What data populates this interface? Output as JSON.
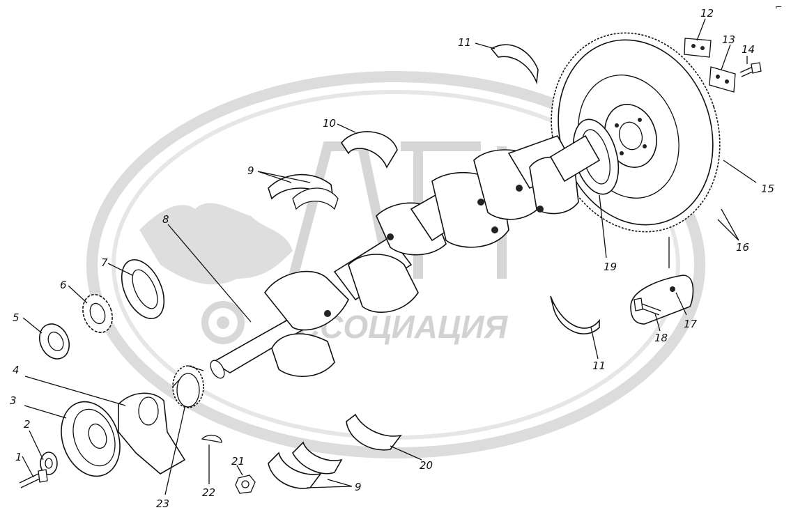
{
  "watermark": {
    "text": "АССОЦИАЦИЯ"
  },
  "callouts": [
    {
      "id": "c1",
      "text": "1"
    },
    {
      "id": "c2",
      "text": "2"
    },
    {
      "id": "c3",
      "text": "3"
    },
    {
      "id": "c4",
      "text": "4"
    },
    {
      "id": "c5",
      "text": "5"
    },
    {
      "id": "c6",
      "text": "6"
    },
    {
      "id": "c7",
      "text": "7"
    },
    {
      "id": "c8",
      "text": "8"
    },
    {
      "id": "c9a",
      "text": "9"
    },
    {
      "id": "c9b",
      "text": "9"
    },
    {
      "id": "c10",
      "text": "10"
    },
    {
      "id": "c11a",
      "text": "11"
    },
    {
      "id": "c11b",
      "text": "11"
    },
    {
      "id": "c12",
      "text": "12"
    },
    {
      "id": "c13",
      "text": "13"
    },
    {
      "id": "c14",
      "text": "14"
    },
    {
      "id": "c15",
      "text": "15"
    },
    {
      "id": "c16",
      "text": "16"
    },
    {
      "id": "c17",
      "text": "17"
    },
    {
      "id": "c18",
      "text": "18"
    },
    {
      "id": "c19",
      "text": "19"
    },
    {
      "id": "c20",
      "text": "20"
    },
    {
      "id": "c21",
      "text": "21"
    },
    {
      "id": "c22",
      "text": "22"
    },
    {
      "id": "c23",
      "text": "23"
    }
  ],
  "colors": {
    "line": "#111111",
    "watermark": "#d9d9d9"
  }
}
